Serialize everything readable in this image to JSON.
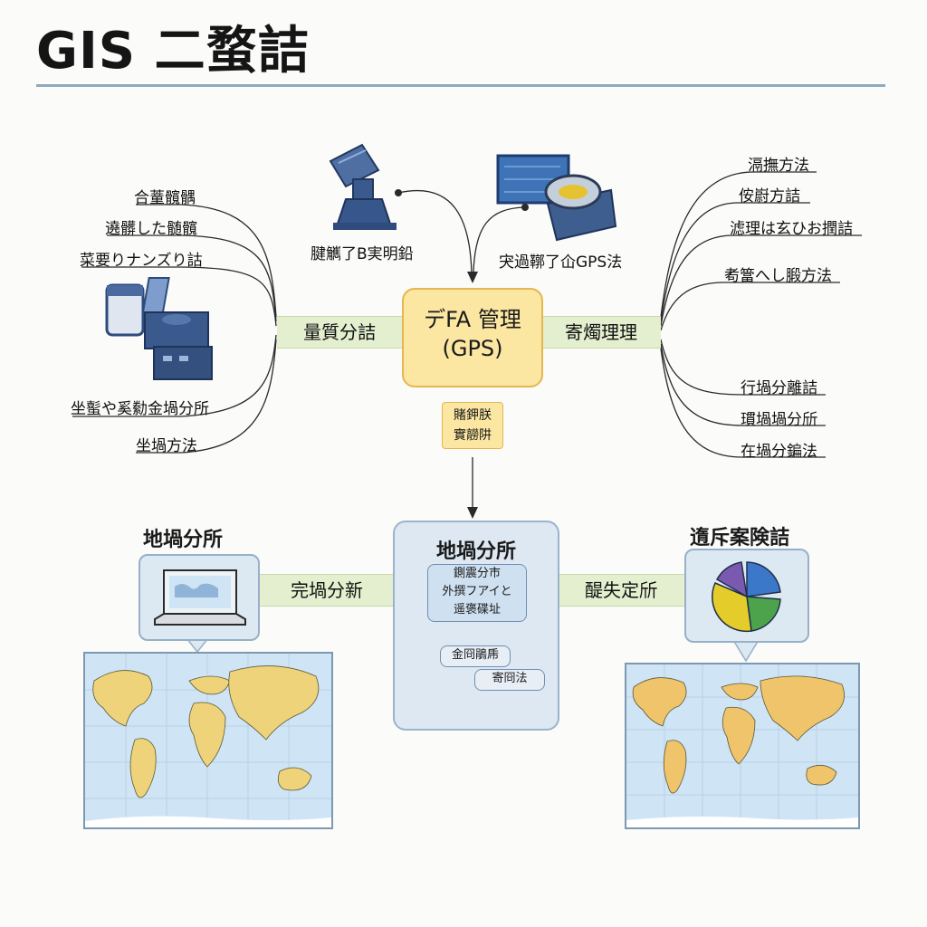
{
  "header": {
    "title": "GIS  二蝥詰"
  },
  "colors": {
    "accent_line": "#8fa9bf",
    "band": "#e4efcf",
    "hub": "#fbe6a2",
    "panel": "#dde8f3",
    "land": "#efd37a",
    "ocean": "#cfe4f4"
  },
  "diagram": {
    "hub": {
      "line1": "デFA 管理",
      "line2": "(GPS)"
    },
    "hub_tag": {
      "line1": "賭鉀朕",
      "line2": "實髝阱"
    },
    "top_devices": [
      {
        "icon": "satellite-icon",
        "label": "腱觽了B実明鉛"
      },
      {
        "icon": "gps-receiver-icon",
        "label": "宊過鞹了仚GPS法"
      }
    ],
    "left_band": "量質分詰",
    "right_band": "寄燭理理",
    "left_labels": [
      "合蕫髖髃",
      "遶髒した髄髖",
      "菜要りナンズり詁"
    ],
    "left_labels_lower": [
      "坐蟚や奚勬金堝分所",
      "坐堝方法"
    ],
    "left_device_icon": "data-collector-icon",
    "right_labels": [
      "滆撫方法",
      "侒嶎方詰",
      "滤理は玄ひお撋詰",
      "耇簹へし腶方法"
    ],
    "right_labels_lower": [
      "行堝分離詰",
      "瑻堝堝分斦",
      "在堝分鍽法"
    ],
    "center_panel": {
      "title": "地堝分所",
      "inner_box": {
        "line1": "鍘震分市",
        "line2": "外撰フアイと",
        "line3": "遥褒碟址"
      },
      "tag1": "金冏鵑乕",
      "tag2": "寄冏法"
    },
    "left_section": {
      "title": "地堝分所",
      "band": "完堝分新",
      "icon": "laptop-icon",
      "map_icon": "world-map-icon"
    },
    "right_section": {
      "title": "遀斥案険詰",
      "band": "醍失定斦",
      "icon": "pie-chart-icon",
      "map_icon": "world-map-icon"
    }
  }
}
